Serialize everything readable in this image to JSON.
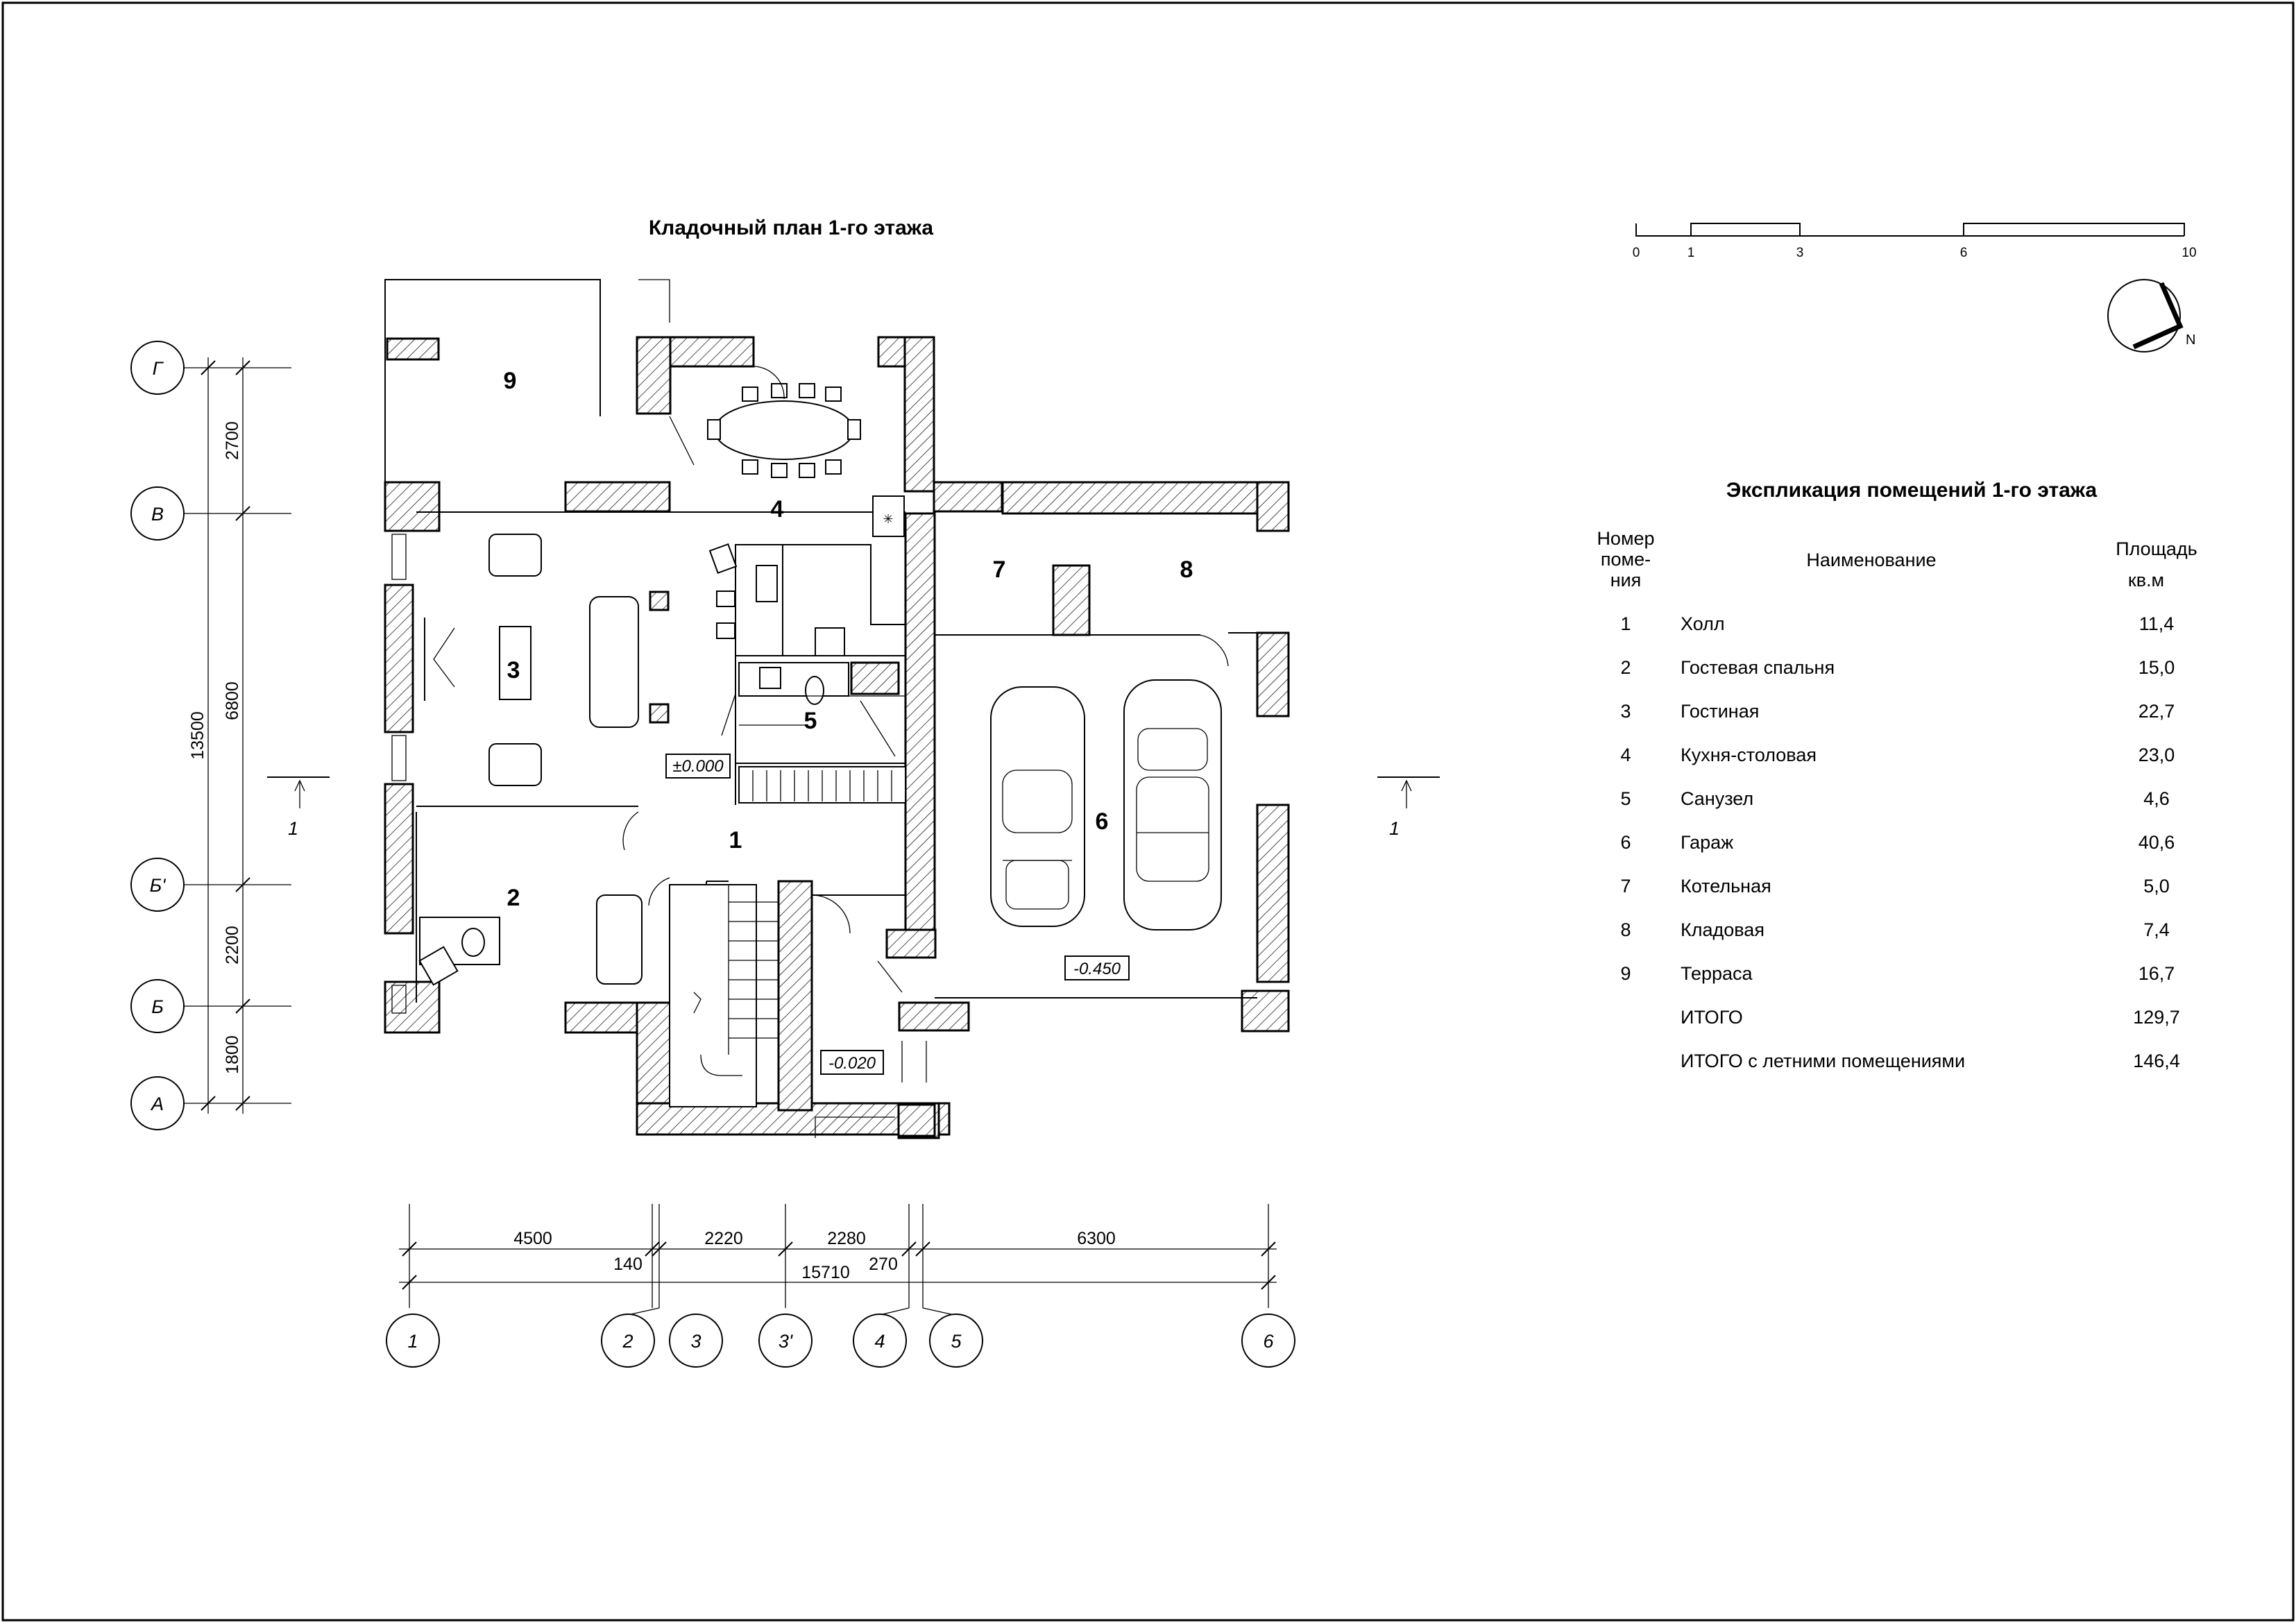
{
  "plan": {
    "title": "Кладочный план 1-го этажа",
    "rooms": [
      {
        "num": "1"
      },
      {
        "num": "2"
      },
      {
        "num": "3"
      },
      {
        "num": "4"
      },
      {
        "num": "5"
      },
      {
        "num": "6"
      },
      {
        "num": "7"
      },
      {
        "num": "8"
      },
      {
        "num": "9"
      }
    ],
    "levels": [
      "±0.000",
      "-0.020",
      "-0.450"
    ],
    "section_mark": "1"
  },
  "axes": {
    "rows": [
      "Г",
      "В",
      "Б'",
      "Б",
      "А"
    ],
    "cols": [
      "1",
      "2",
      "3",
      "3'",
      "4",
      "5",
      "6"
    ]
  },
  "dimensions": {
    "vertical": [
      "2700",
      "6800",
      "2200",
      "1800"
    ],
    "vertical_total": "13500",
    "horizontal": [
      "4500",
      "2220",
      "2280",
      "6300"
    ],
    "horizontal_small": [
      "140",
      "270"
    ],
    "horizontal_total": "15710"
  },
  "scale_bar": {
    "ticks": [
      "0",
      "1",
      "3",
      "6",
      "10"
    ]
  },
  "north": {
    "label": "N"
  },
  "explication": {
    "title": "Экспликация помещений 1-го этажа",
    "headers": {
      "num": [
        "Номер",
        "поме-",
        "ния"
      ],
      "name": "Наименование",
      "area": [
        "Площадь",
        "кв.м"
      ]
    },
    "rows": [
      {
        "num": "1",
        "name": "Холл",
        "area": "11,4"
      },
      {
        "num": "2",
        "name": "Гостевая спальня",
        "area": "15,0"
      },
      {
        "num": "3",
        "name": "Гостиная",
        "area": "22,7"
      },
      {
        "num": "4",
        "name": "Кухня-столовая",
        "area": "23,0"
      },
      {
        "num": "5",
        "name": "Санузел",
        "area": "4,6"
      },
      {
        "num": "6",
        "name": "Гараж",
        "area": "40,6"
      },
      {
        "num": "7",
        "name": "Котельная",
        "area": "5,0"
      },
      {
        "num": "8",
        "name": "Кладовая",
        "area": "7,4"
      },
      {
        "num": "9",
        "name": "Терраса",
        "area": "16,7"
      },
      {
        "num": "",
        "name": "ИТОГО",
        "area": "129,7"
      },
      {
        "num": "",
        "name": "ИТОГО с летними помещениями",
        "area": "146,4"
      }
    ]
  }
}
